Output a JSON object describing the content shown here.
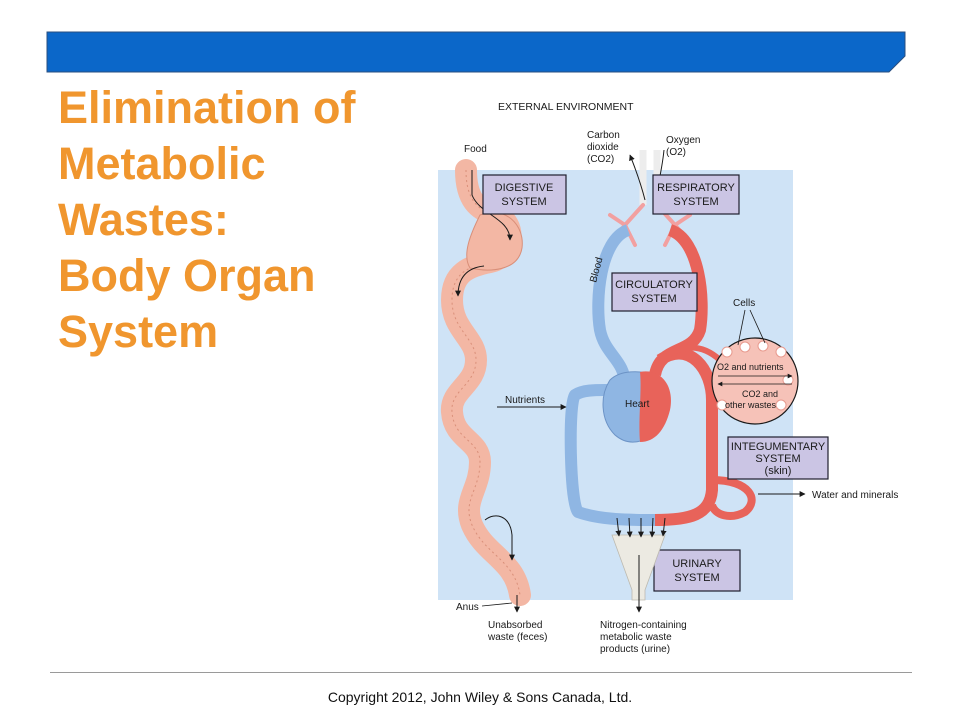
{
  "slide": {
    "title_lines": [
      "Elimination of",
      "Metabolic",
      "Wastes:",
      "Body Organ",
      "System"
    ],
    "copyright": "Copyright 2012, John Wiley & Sons Canada, Ltd."
  },
  "colors": {
    "title": "#f0962e",
    "banner": "#0b67c9",
    "background_panel": "#cfe3f6",
    "system_box": "#cbc5e4",
    "blood_oxygenated": "#e8635a",
    "blood_deoxygenated": "#8fb6e3",
    "digestive_tract": "#f3b7a4"
  },
  "diagram": {
    "external_environment": "EXTERNAL ENVIRONMENT",
    "systems": {
      "digestive": [
        "DIGESTIVE",
        "SYSTEM"
      ],
      "respiratory": [
        "RESPIRATORY",
        "SYSTEM"
      ],
      "circulatory": [
        "CIRCULATORY",
        "SYSTEM"
      ],
      "integumentary": [
        "INTEGUMENTARY",
        "SYSTEM",
        "(skin)"
      ],
      "urinary": [
        "URINARY",
        "SYSTEM"
      ]
    },
    "labels": {
      "food": "Food",
      "carbon_dioxide": [
        "Carbon",
        "dioxide",
        "(CO2)"
      ],
      "oxygen": [
        "Oxygen",
        "(O2)"
      ],
      "blood": "Blood",
      "cells": "Cells",
      "o2_nutrients": "O2 and nutrients",
      "co2_wastes": [
        "CO2 and",
        "other wastes"
      ],
      "nutrients": "Nutrients",
      "heart": "Heart",
      "water_minerals": "Water and minerals",
      "anus": "Anus",
      "unabsorbed": [
        "Unabsorbed",
        "waste (feces)"
      ],
      "nitrogen_waste": [
        "Nitrogen-containing",
        "metabolic waste",
        "products (urine)"
      ]
    }
  }
}
